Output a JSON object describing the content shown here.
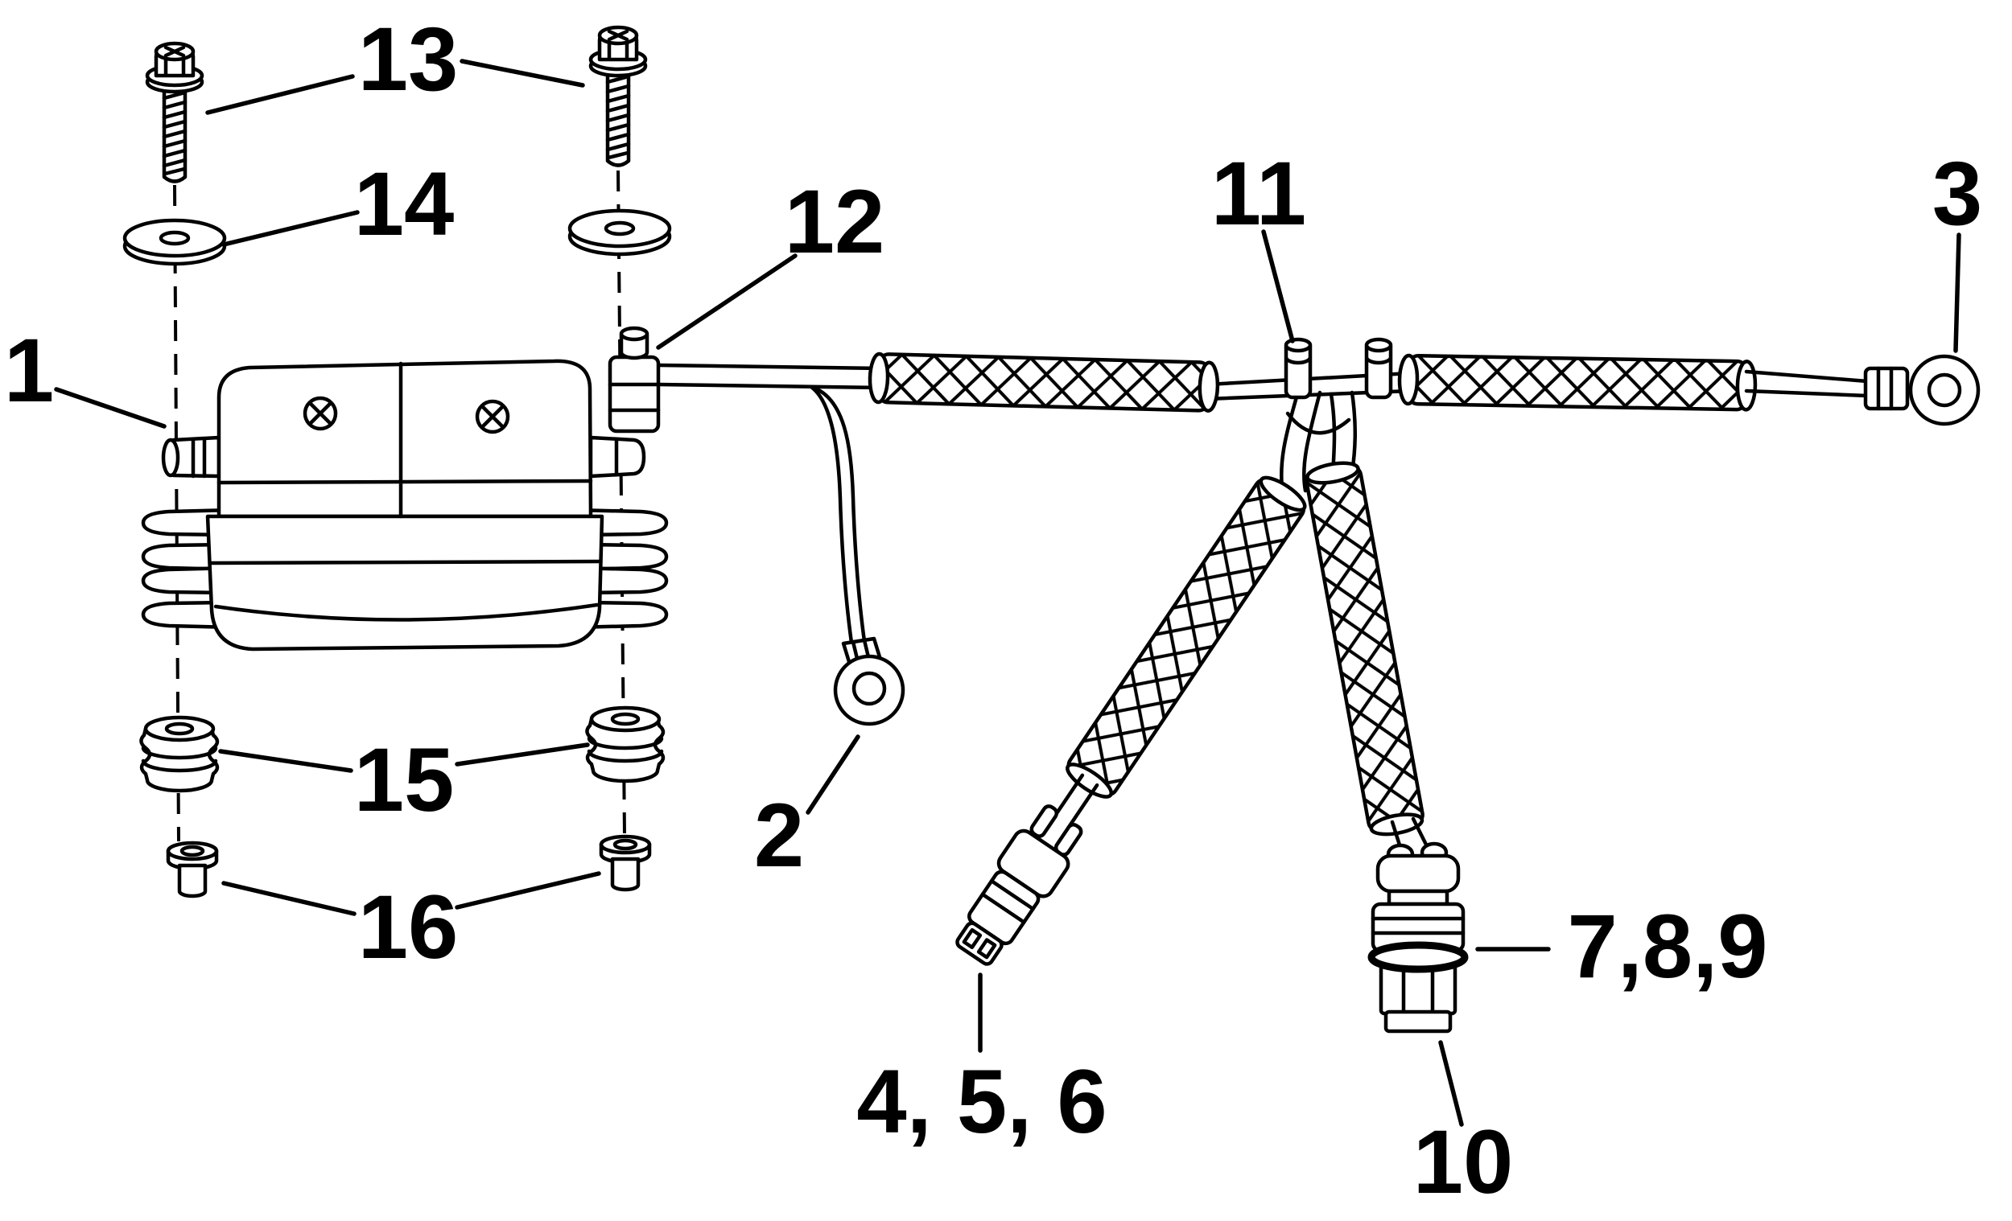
{
  "figure": {
    "background": "#ffffff",
    "line_color": "#000000",
    "callouts": {
      "k1": "1",
      "k2": "2",
      "k3": "3",
      "k456": "4, 5, 6",
      "k789": "7,8,9",
      "k10": "10",
      "k11": "11",
      "k12": "12",
      "k13": "13",
      "k14": "14",
      "k15": "15",
      "k16": "16"
    }
  }
}
